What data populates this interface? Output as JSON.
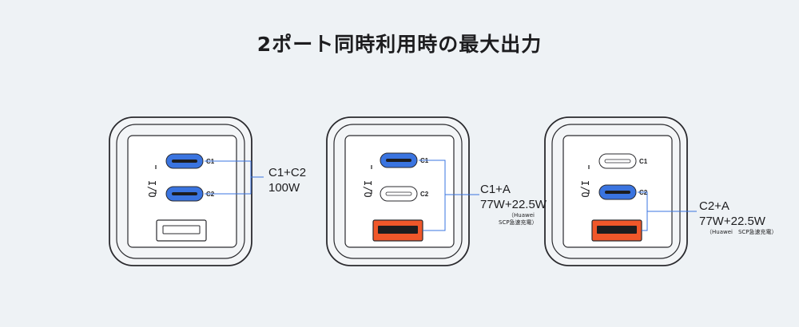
{
  "title": "2ポート同時利用時の最大出力",
  "port_labels": {
    "c1": "C1",
    "c2": "C2"
  },
  "chargers": [
    {
      "active_ports": [
        "C1",
        "C2"
      ],
      "combo": "C1+C2",
      "output": "100W"
    },
    {
      "active_ports": [
        "C1",
        "A"
      ],
      "combo": "C1+A",
      "output": "77W+22.5W",
      "note_line1": "（Huawei",
      "note_line2": "SCP急速充電）"
    },
    {
      "active_ports": [
        "C2",
        "A"
      ],
      "combo": "C2+A",
      "output": "77W+22.5W",
      "note_line1": "（Huawei　SCP急速充電）"
    }
  ],
  "colors": {
    "usb_c_active": "#3a74e0",
    "usb_a_active": "#f0572a",
    "inactive_port": "#ffffff",
    "leader_line": "#3a74e0",
    "outline": "#2a2a2e"
  }
}
